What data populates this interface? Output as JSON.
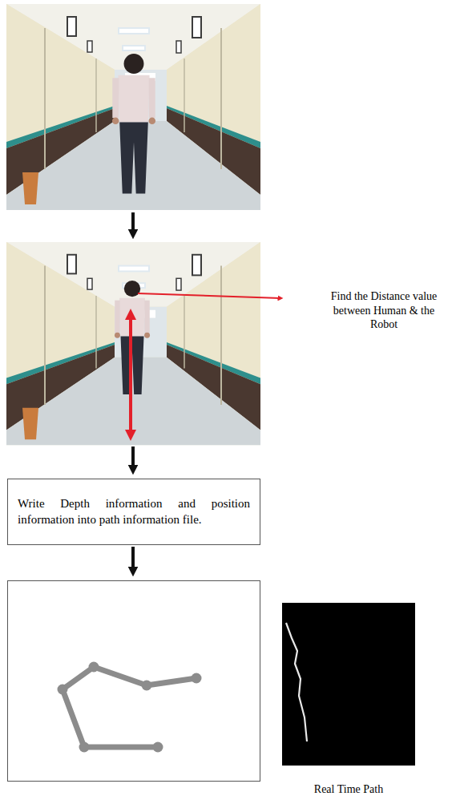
{
  "diagram": {
    "nodes": [
      {
        "text": [
          "Write Depth information and position information into path information file."
        ]
      }
    ],
    "labels": [
      "Find the Distance value between Human & the Robot",
      "Real Time Path"
    ]
  }
}
